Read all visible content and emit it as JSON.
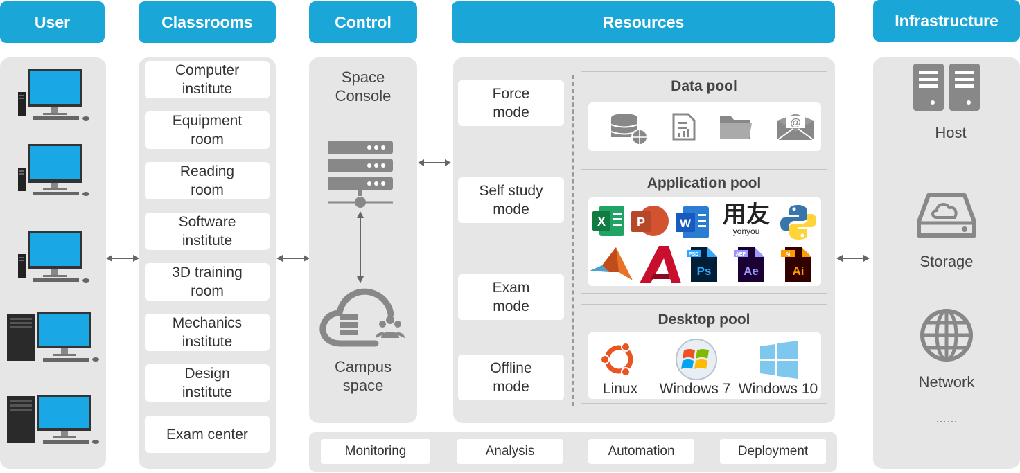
{
  "headers": {
    "user": "User",
    "classrooms": "Classrooms",
    "control": "Control",
    "resources": "Resources",
    "infrastructure": "Infrastructure"
  },
  "classrooms": [
    "Computer\ninstitute",
    "Equipment\nroom",
    "Reading\nroom",
    "Software\ninstitute",
    "3D training\nroom",
    "Mechanics\ninstitute",
    "Design\ninstitute",
    "Exam center"
  ],
  "control": {
    "space_console": "Space\nConsole",
    "campus_space": "Campus\nspace"
  },
  "modes": [
    "Force\nmode",
    "Self study\nmode",
    "Exam\nmode",
    "Offline\nmode"
  ],
  "pools": {
    "data": "Data pool",
    "application": "Application pool",
    "desktop": "Desktop pool"
  },
  "app_logos": {
    "yonyou_main": "用友",
    "yonyou_sub": "yonyou",
    "ps": "Ps",
    "ps_tag": "PSD",
    "ae": "Ae",
    "ae_tag": "AEP",
    "ai": "Ai",
    "ai_tag": "Ai"
  },
  "desktops": [
    "Linux",
    "Windows 7",
    "Windows 10"
  ],
  "infrastructure": {
    "host": "Host",
    "storage": "Storage",
    "network": "Network",
    "more": "……"
  },
  "tools": [
    "Monitoring",
    "Analysis",
    "Automation",
    "Deployment"
  ],
  "colors": {
    "header": "#1aa7d8",
    "panel": "#e6e6e6",
    "monitor_screen": "#1aa7e6",
    "icon_gray": "#888888"
  }
}
